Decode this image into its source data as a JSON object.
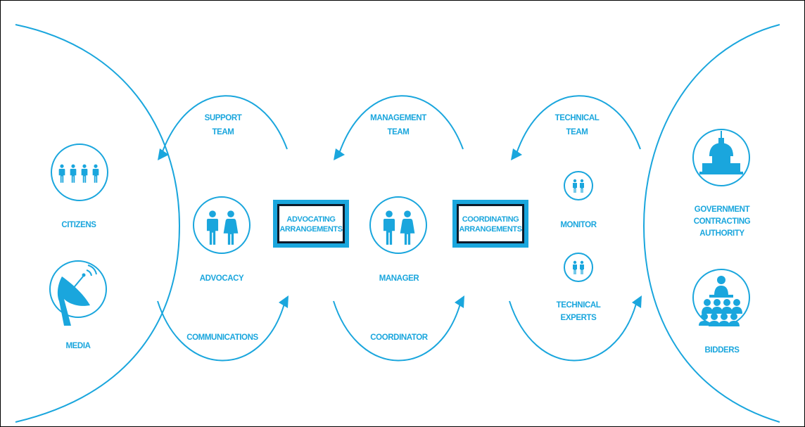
{
  "colors": {
    "accent": "#1aa6dd",
    "box_border": "#1aa6dd",
    "box_inner": "#0d1b2a"
  },
  "left_group": {
    "citizens": "CITIZENS",
    "media": "MEDIA"
  },
  "right_group": {
    "government": [
      "GOVERNMENT",
      "CONTRACTING",
      "AUTHORITY"
    ],
    "bidders": "BIDDERS"
  },
  "teams": {
    "support": [
      "SUPPORT",
      "TEAM"
    ],
    "management": [
      "MANAGEMENT",
      "TEAM"
    ],
    "technical": [
      "TECHNICAL",
      "TEAM"
    ]
  },
  "roles": {
    "advocacy": "ADVOCACY",
    "manager": "MANAGER",
    "monitor": "MONITOR",
    "technical_experts": [
      "TECHNICAL",
      "EXPERTS"
    ]
  },
  "bottom_labels": {
    "communications": "COMMUNICATIONS",
    "coordinator": "COORDINATOR"
  },
  "boxes": {
    "advocating": [
      "ADVOCATING",
      "ARRANGEMENTS"
    ],
    "coordinating": [
      "COORDINATING",
      "ARRANGEMENTS"
    ]
  },
  "icons": [
    "people-group-icon",
    "satellite-dish-icon",
    "person-pair-icon",
    "capitol-building-icon",
    "bidders-audience-icon"
  ]
}
